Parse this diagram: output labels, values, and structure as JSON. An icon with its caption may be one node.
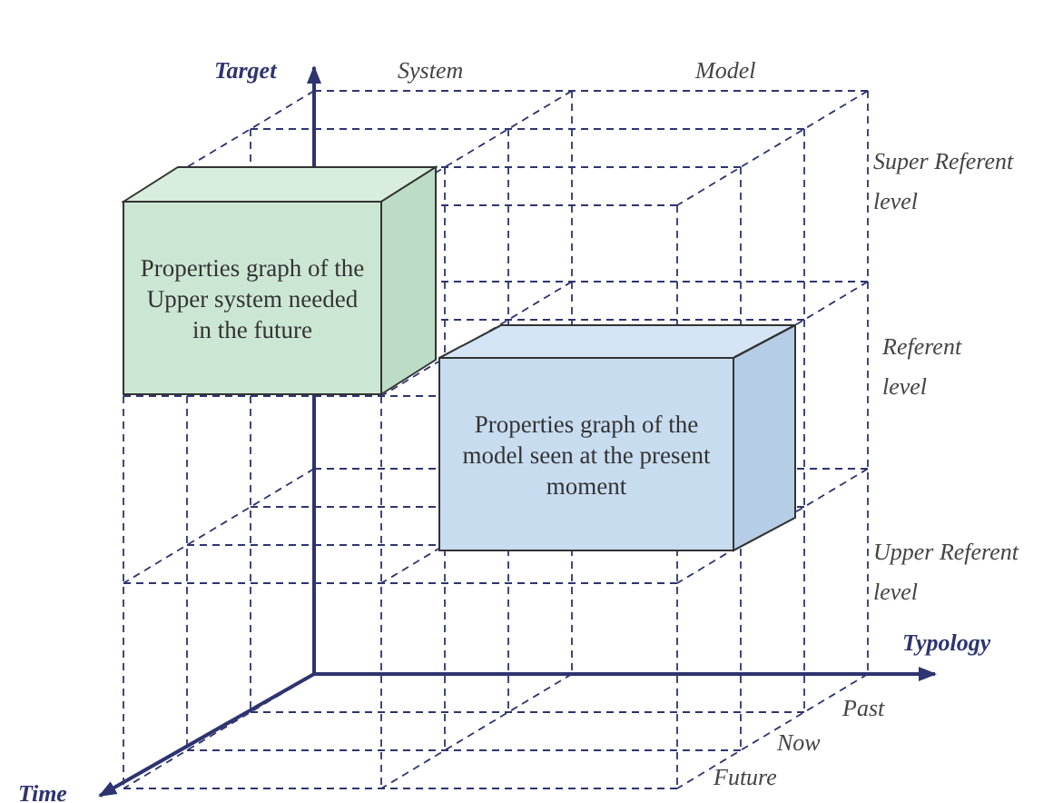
{
  "diagram": {
    "nodes": [
      {
        "text": [
          "Properties graph of the Upper system needed in the future"
        ]
      },
      {
        "text": [
          "Properties graph of the model seen at the present moment"
        ]
      }
    ],
    "labels": [
      "Target",
      "System",
      "Model",
      "Super Referent level",
      "Referent level",
      "Upper Referent level",
      "Typology",
      "Past",
      "Now",
      "Future",
      "Time"
    ]
  }
}
